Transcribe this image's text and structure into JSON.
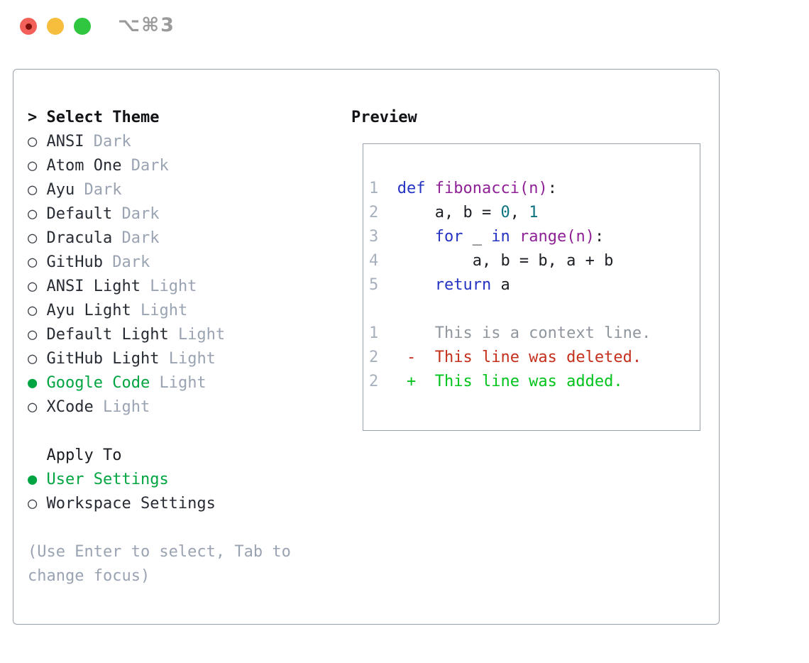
{
  "window": {
    "shortcut_label": "⌥⌘3",
    "traffic_lights": [
      {
        "name": "close-button",
        "color": "#f3605a"
      },
      {
        "name": "minimize-button",
        "color": "#f7bd3c"
      },
      {
        "name": "zoom-button",
        "color": "#31c63f"
      }
    ]
  },
  "theme_panel": {
    "title": "Select Theme",
    "title_prompt": ">",
    "marker_selected": "●",
    "marker_unselected": "○",
    "themes": [
      {
        "name": "ANSI",
        "variant": "Dark",
        "selected": false
      },
      {
        "name": "Atom One",
        "variant": "Dark",
        "selected": false
      },
      {
        "name": "Ayu",
        "variant": "Dark",
        "selected": false
      },
      {
        "name": "Default",
        "variant": "Dark",
        "selected": false
      },
      {
        "name": "Dracula",
        "variant": "Dark",
        "selected": false
      },
      {
        "name": "GitHub",
        "variant": "Dark",
        "selected": false
      },
      {
        "name": "ANSI Light",
        "variant": "Light",
        "selected": false
      },
      {
        "name": "Ayu Light",
        "variant": "Light",
        "selected": false
      },
      {
        "name": "Default Light",
        "variant": "Light",
        "selected": false
      },
      {
        "name": "GitHub Light",
        "variant": "Light",
        "selected": false
      },
      {
        "name": "Google Code",
        "variant": "Light",
        "selected": true
      },
      {
        "name": "XCode",
        "variant": "Light",
        "selected": false
      }
    ],
    "apply_to": {
      "title": "Apply To",
      "options": [
        {
          "name": "User Settings",
          "selected": true
        },
        {
          "name": "Workspace Settings",
          "selected": false
        }
      ]
    },
    "hint_lines": [
      "(Use Enter to select, Tab to",
      "change focus)"
    ]
  },
  "preview": {
    "title": "Preview",
    "lines": [
      [
        {
          "t": "1  ",
          "c": "ln"
        },
        {
          "t": "def",
          "c": "kw"
        },
        {
          "t": " ",
          "c": "pl"
        },
        {
          "t": "fibonacci(n)",
          "c": "fn"
        },
        {
          "t": ":",
          "c": "pl"
        }
      ],
      [
        {
          "t": "2  ",
          "c": "ln"
        },
        {
          "t": "    a, b = ",
          "c": "pl"
        },
        {
          "t": "0",
          "c": "num"
        },
        {
          "t": ", ",
          "c": "pl"
        },
        {
          "t": "1",
          "c": "num"
        }
      ],
      [
        {
          "t": "3  ",
          "c": "ln"
        },
        {
          "t": "    ",
          "c": "pl"
        },
        {
          "t": "for",
          "c": "kw"
        },
        {
          "t": " _ ",
          "c": "pl"
        },
        {
          "t": "in",
          "c": "kw"
        },
        {
          "t": " ",
          "c": "pl"
        },
        {
          "t": "range(n)",
          "c": "fn"
        },
        {
          "t": ":",
          "c": "pl"
        }
      ],
      [
        {
          "t": "4  ",
          "c": "ln"
        },
        {
          "t": "        a, b = b, a + b",
          "c": "pl"
        }
      ],
      [
        {
          "t": "5  ",
          "c": "ln"
        },
        {
          "t": "    ",
          "c": "pl"
        },
        {
          "t": "return",
          "c": "kw"
        },
        {
          "t": " a",
          "c": "pl"
        }
      ],
      [],
      [
        {
          "t": "1  ",
          "c": "ln"
        },
        {
          "t": "    This is a context line.",
          "c": "ctx"
        }
      ],
      [
        {
          "t": "2  ",
          "c": "ln"
        },
        {
          "t": " -  This line was deleted.",
          "c": "del"
        }
      ],
      [
        {
          "t": "2  ",
          "c": "ln"
        },
        {
          "t": " +  This line was added.",
          "c": "add"
        }
      ]
    ]
  },
  "colors": {
    "panel_border": "#99a1ad",
    "text": "#272b33",
    "muted": "#9aa3b2",
    "selection_green": "#00a440",
    "keyword_blue": "#2533c2",
    "function_purple": "#8f2196",
    "number_teal": "#0d7380",
    "line_number_gray": "#a7b0bd",
    "diff_context": "#8f969e",
    "diff_deleted": "#c5301d",
    "diff_added": "#00c41c"
  }
}
